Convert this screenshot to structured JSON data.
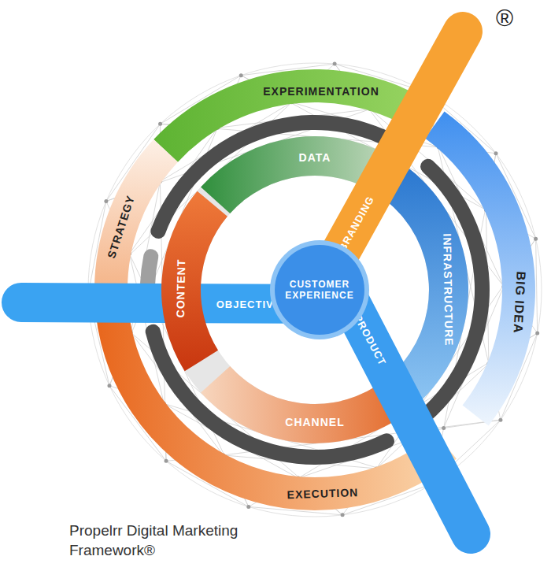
{
  "diagram": {
    "caption": "Propelrr Digital Marketing Framework®",
    "nodes": [
      {
        "text": [
          "EXPERIMENTATION"
        ]
      },
      {
        "text": [
          "DATA"
        ]
      },
      {
        "text": [
          "BRANDING"
        ]
      },
      {
        "text": [
          "STRATEGY"
        ]
      },
      {
        "text": [
          "CONTENT"
        ]
      },
      {
        "text": [
          "CUSTOMER EXPERIENCE"
        ]
      },
      {
        "text": [
          "OBJECTIVE"
        ]
      },
      {
        "text": [
          "INFRASTRUCTURE"
        ]
      },
      {
        "text": [
          "BIG IDEA"
        ]
      },
      {
        "text": [
          "PRODUCT"
        ]
      },
      {
        "text": [
          "CHANNEL"
        ]
      },
      {
        "text": [
          "EXECUTION"
        ]
      }
    ],
    "labels": [
      "®"
    ]
  }
}
